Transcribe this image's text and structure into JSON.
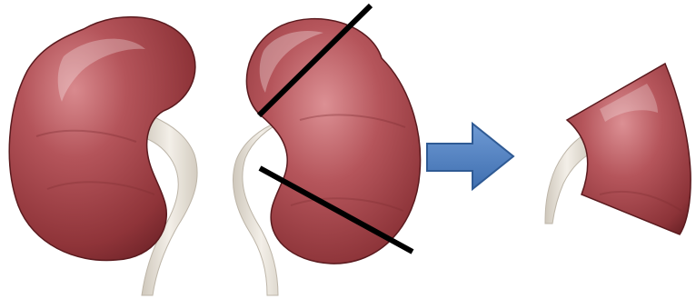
{
  "figure": {
    "background": "#ffffff",
    "kidney_color": "#a8474c",
    "kidney_dark": "#7a2a30",
    "ureter_color": "#e6e1d8",
    "cut_line_color": "#000000",
    "arrow_color": "#4f7fc0",
    "arrow_outline": "#2f5a94"
  },
  "panels": [
    {
      "name": "left-kidney"
    },
    {
      "name": "right-kidney-with-cut-lines"
    },
    {
      "name": "arrow"
    },
    {
      "name": "resected-kidney-wedge"
    }
  ]
}
